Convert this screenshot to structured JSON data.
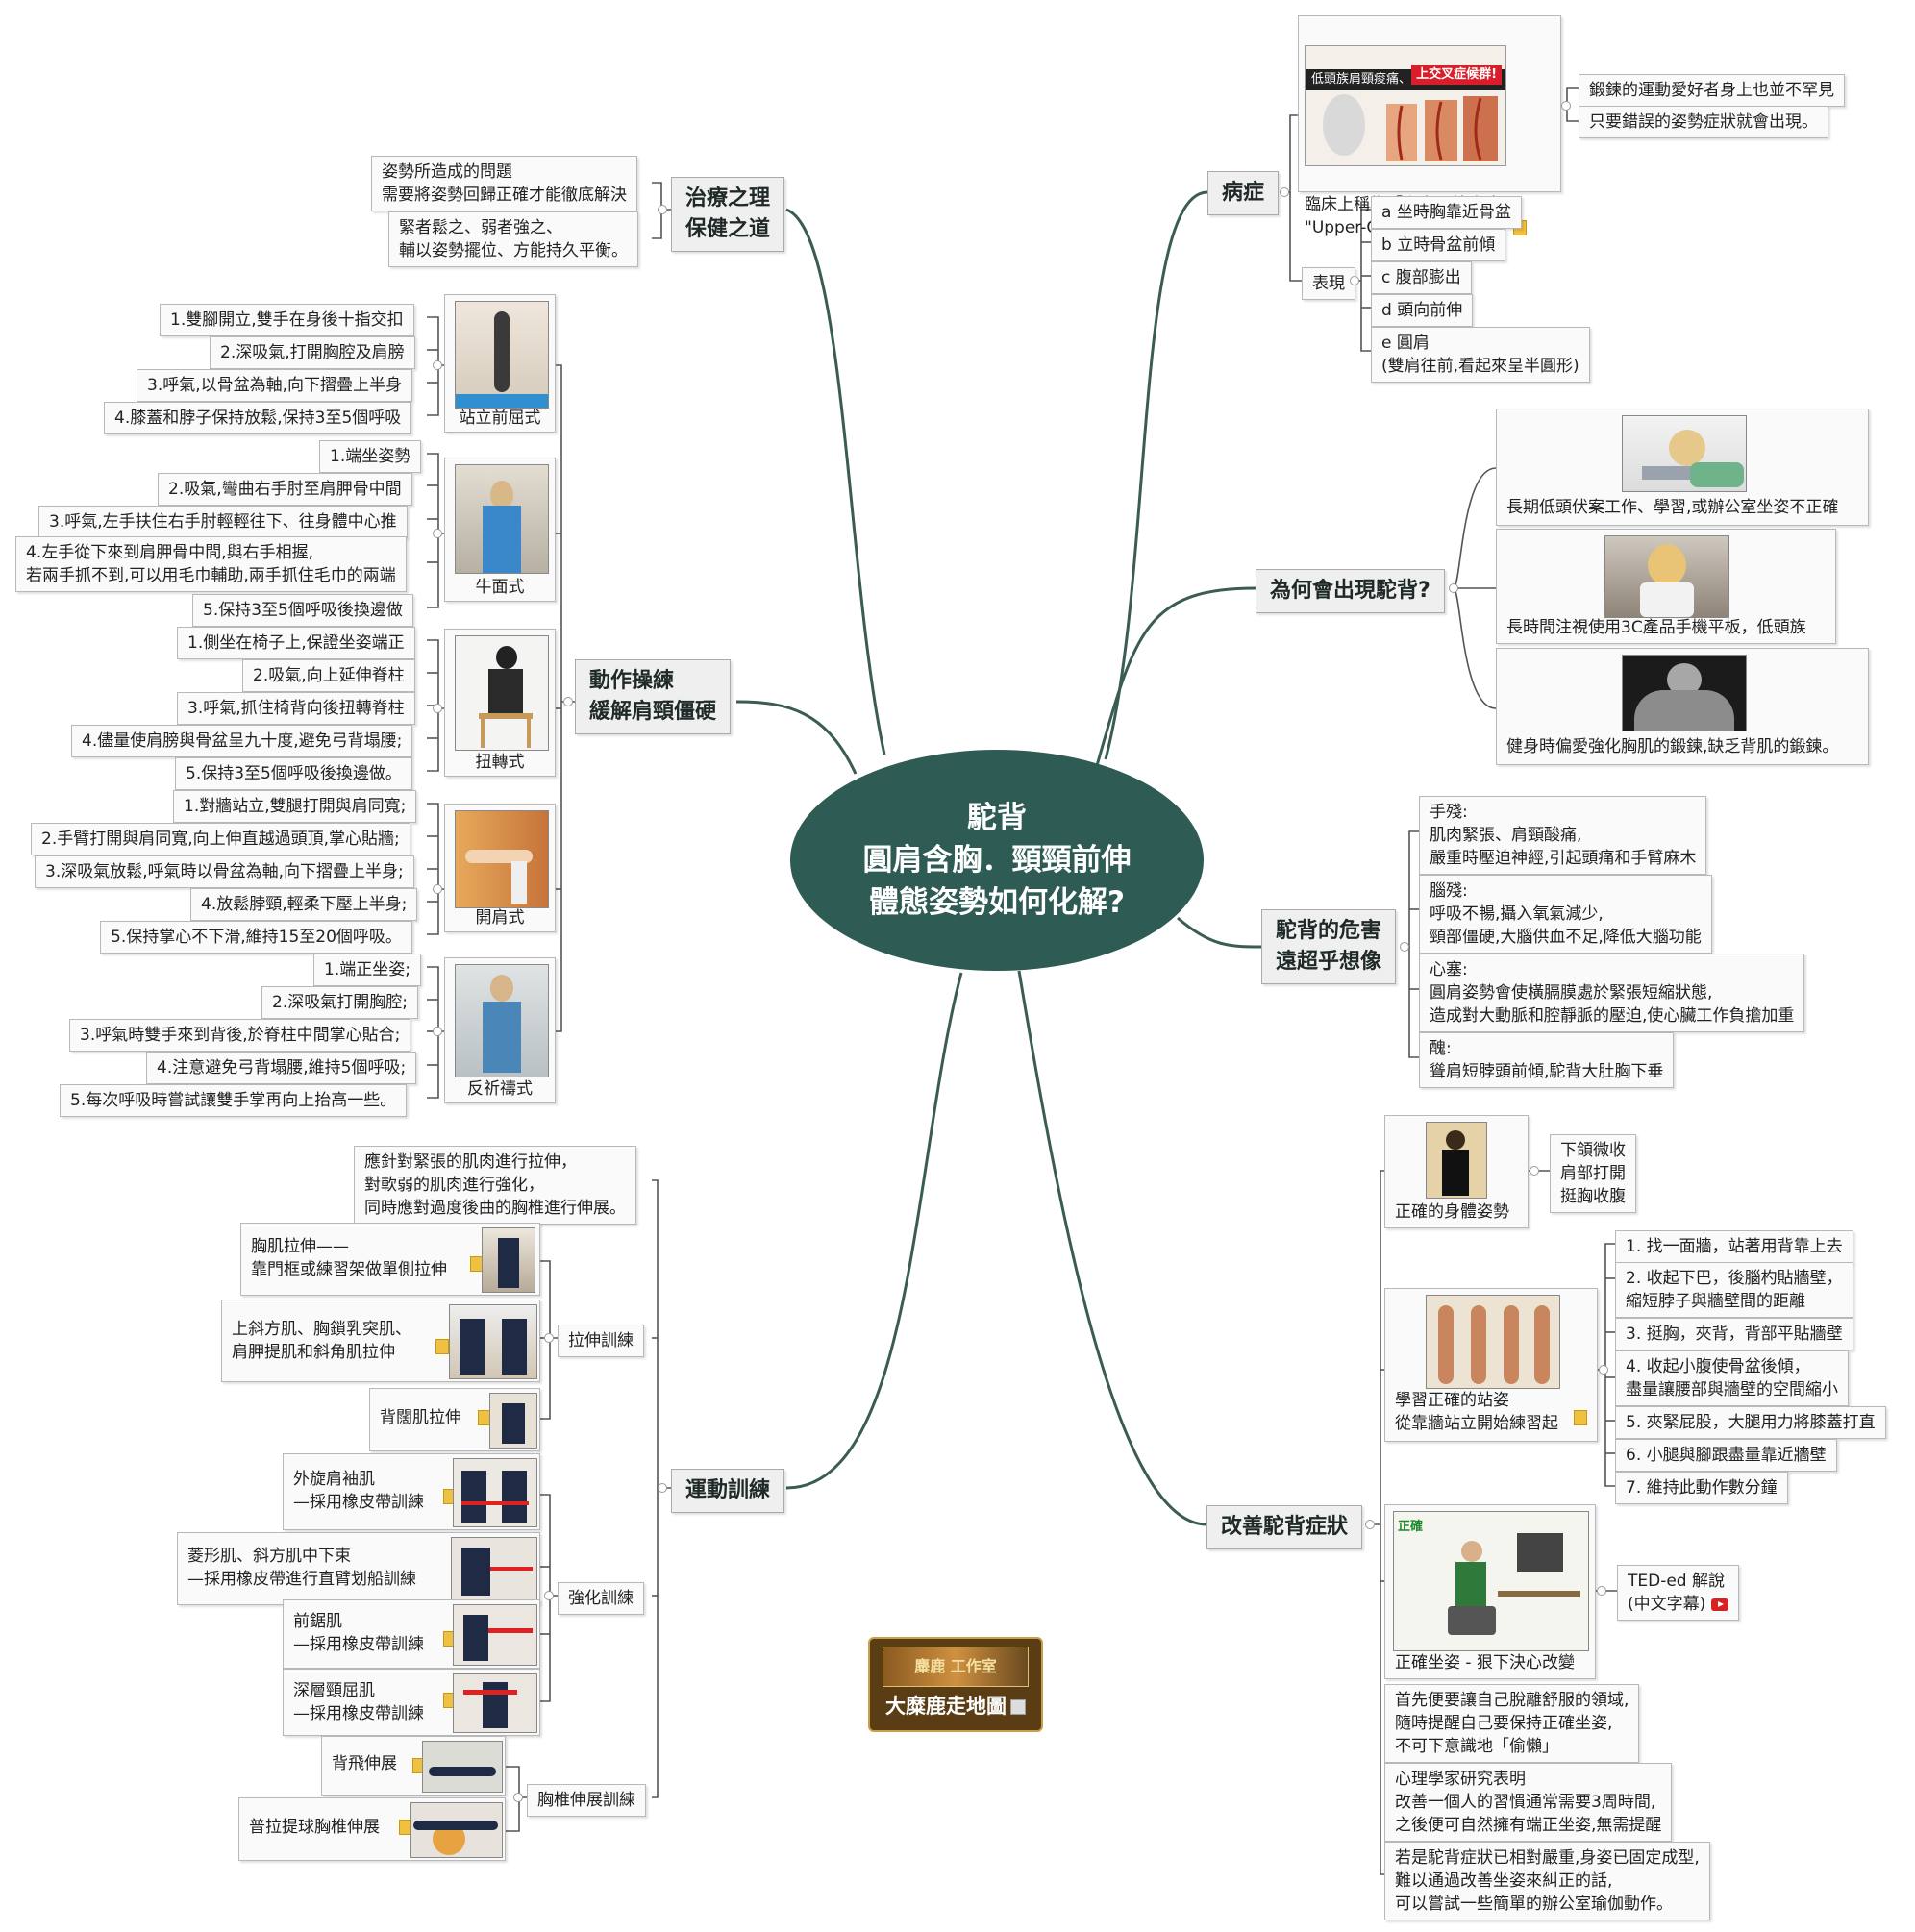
{
  "center": {
    "line1": "駝背",
    "line2": "圓肩含胸．頸頸前伸",
    "line3": "體態姿勢如何化解?"
  },
  "treatment": {
    "title": "治療之理\n保健之道",
    "items": [
      "姿勢所造成的問題\n需要將姿勢回歸正確才能徹底解決",
      "緊者鬆之、弱者強之、\n輔以姿勢擺位、方能持久平衡。"
    ]
  },
  "symptom": {
    "title": "病症",
    "poster_header": "低頭族肩頸痠痛、彎腰駝背",
    "poster_badge": "上交叉症候群!",
    "card_text": "臨床上稱為「上交叉綜合症」\n\"Upper-Cross Syndrome\"",
    "card_notes": [
      "鍛鍊的運動愛好者身上也並不罕見",
      "只要錯誤的姿勢症狀就會出現。"
    ],
    "expr_label": "表現",
    "expressions": [
      "a 坐時胸靠近骨盆",
      "b 立時骨盆前傾",
      "c 腹部膨出",
      "d 頭向前伸",
      "e 圓肩\n(雙肩往前,看起來呈半圓形)"
    ]
  },
  "why": {
    "title": "為何會出現駝背?",
    "items": [
      "長期低頭伏案工作、學習,或辦公室坐姿不正確",
      "長時間注視使用3C產品手機平板，低頭族",
      "健身時偏愛強化胸肌的鍛鍊,缺乏背肌的鍛鍊。"
    ]
  },
  "harm": {
    "title": "駝背的危害\n遠超乎想像",
    "items": [
      "手殘:\n肌肉緊張、肩頸酸痛,\n嚴重時壓迫神經,引起頭痛和手臂麻木",
      "腦殘:\n呼吸不暢,攝入氧氣減少,\n頸部僵硬,大腦供血不足,降低大腦功能",
      "心塞:\n圓肩姿勢會使橫膈膜處於緊張短縮狀態,\n造成對大動脈和腔靜脈的壓迫,使心臟工作負擔加重",
      "醜:\n聳肩短脖頭前傾,駝背大肚胸下垂"
    ]
  },
  "improve": {
    "title": "改善駝背症狀",
    "posture_label": "正確的身體姿勢",
    "posture_notes": "下頜微收\n肩部打開\n挺胸收腹",
    "wall_label": "學習正確的站姿\n從靠牆站立開始練習起",
    "wall_steps": [
      "1. 找一面牆，站著用背靠上去",
      "2. 收起下巴，後腦杓貼牆壁，\n縮短脖子與牆壁間的距離",
      "3. 挺胸，夾背，背部平貼牆壁",
      "4. 收起小腹使骨盆後傾，\n盡量讓腰部與牆壁的空間縮小",
      "5. 夾緊屁股，大腿用力將膝蓋打直",
      "6. 小腿與腳跟盡量靠近牆壁",
      "7. 維持此動作數分鐘"
    ],
    "sit_label": "正確坐姿 - 狠下決心改變",
    "sit_diagram_tag": "正確",
    "ted": "TED-ed 解說\n(中文字幕)",
    "notes": [
      "首先便要讓自己脫離舒服的領域,\n隨時提醒自己要保持正確坐姿,\n不可下意識地「偷懶」",
      "心理學家研究表明\n改善一個人的習慣通常需要3周時間,\n之後便可自然擁有端正坐姿,無需提醒",
      "若是駝背症狀已相對嚴重,身姿已固定成型,\n難以通過改善坐姿來糾正的話,\n可以嘗試一些簡單的辦公室瑜伽動作。"
    ]
  },
  "exercise_ops": {
    "title": "動作操練\n緩解肩頸僵硬",
    "poses": [
      {
        "name": "站立前屈式",
        "steps": [
          "1.雙腳開立,雙手在身後十指交扣",
          "2.深吸氣,打開胸腔及肩膀",
          "3.呼氣,以骨盆為軸,向下摺疊上半身",
          "4.膝蓋和脖子保持放鬆,保持3至5個呼吸"
        ]
      },
      {
        "name": "牛面式",
        "steps": [
          "1.端坐姿勢",
          "2.吸氣,彎曲右手肘至肩胛骨中間",
          "3.呼氣,左手扶住右手肘輕輕往下、往身體中心推",
          "4.左手從下來到肩胛骨中間,與右手相握,\n若兩手抓不到,可以用毛巾輔助,兩手抓住毛巾的兩端",
          "5.保持3至5個呼吸後換邊做"
        ]
      },
      {
        "name": "扭轉式",
        "steps": [
          "1.側坐在椅子上,保證坐姿端正",
          "2.吸氣,向上延伸脊柱",
          "3.呼氣,抓住椅背向後扭轉脊柱",
          "4.儘量使肩膀與骨盆呈九十度,避免弓背塌腰;",
          "5.保持3至5個呼吸後換邊做。"
        ]
      },
      {
        "name": "開肩式",
        "steps": [
          "1.對牆站立,雙腿打開與肩同寬;",
          "2.手臂打開與肩同寬,向上伸直越過頭頂,掌心貼牆;",
          "3.深吸氣放鬆,呼氣時以骨盆為軸,向下摺疊上半身;",
          "4.放鬆脖頸,輕柔下壓上半身;",
          "5.保持掌心不下滑,維持15至20個呼吸。"
        ]
      },
      {
        "name": "反祈禱式",
        "steps": [
          "1.端正坐姿;",
          "2.深吸氣打開胸腔;",
          "3.呼氣時雙手來到背後,於脊柱中間掌心貼合;",
          "4.注意避免弓背塌腰,維持5個呼吸;",
          "5.每次呼吸時嘗試讓雙手掌再向上抬高一些。"
        ]
      }
    ]
  },
  "training": {
    "title": "運動訓練",
    "intro": "應針對緊張的肌肉進行拉伸，\n對軟弱的肌肉進行強化，\n同時應對過度後曲的胸椎進行伸展。",
    "stretch_label": "拉伸訓練",
    "stretch": [
      "胸肌拉伸——\n靠門框或練習架做單側拉伸",
      "上斜方肌、胸鎖乳突肌、\n肩胛提肌和斜角肌拉伸",
      "背闊肌拉伸"
    ],
    "strength_label": "強化訓練",
    "strength": [
      "外旋肩袖肌\n—採用橡皮帶訓練",
      "菱形肌、斜方肌中下束\n—採用橡皮帶進行直臂划船訓練",
      "前鋸肌\n—採用橡皮帶訓練",
      "深層頸屈肌\n—採用橡皮帶訓練"
    ],
    "thoracic_label": "胸椎伸展訓練",
    "thoracic": [
      "背飛伸展",
      "普拉提球胸椎伸展"
    ]
  },
  "logo": {
    "text": "大糜鹿走地圖",
    "image_text": "麋鹿 工作室"
  },
  "colors": {
    "center": "#2e5b53",
    "branch": "#3a5c55"
  }
}
